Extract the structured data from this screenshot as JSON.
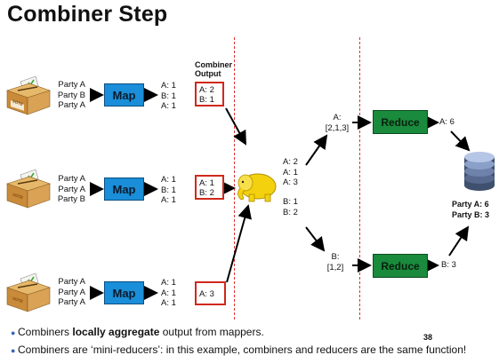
{
  "title": "Combiner Step",
  "combiner_label_line1": "Combiner",
  "combiner_label_line2": "Output",
  "rows": [
    {
      "votes": [
        "Party A",
        "Party B",
        "Party A"
      ],
      "map_label": "Map",
      "map_output": [
        "A: 1",
        "B: 1",
        "A: 1"
      ],
      "combiner_output": [
        "A: 2",
        "B: 1"
      ]
    },
    {
      "votes": [
        "Party A",
        "Party A",
        "Party B"
      ],
      "map_label": "Map",
      "map_output": [
        "A: 1",
        "B: 1",
        "A: 1"
      ],
      "combiner_output": [
        "A: 1",
        "B: 2"
      ]
    },
    {
      "votes": [
        "Party A",
        "Party A",
        "Party A"
      ],
      "map_label": "Map",
      "map_output": [
        "A: 1",
        "A: 1",
        "A: 1"
      ],
      "combiner_output": [
        "A: 3"
      ]
    }
  ],
  "shuffle_a": [
    "A: 2",
    "A: 1",
    "A: 3"
  ],
  "shuffle_b": [
    "B: 1",
    "B: 2"
  ],
  "group_a": [
    "A:",
    "[2,1,3]"
  ],
  "group_b": [
    "B:",
    "[1,2]"
  ],
  "reduce_label": "Reduce",
  "reduce_a_output": "A: 6",
  "reduce_b_output": "B: 3",
  "result": [
    "Party A: 6",
    "Party B: 3"
  ],
  "vote_label": "VOTE",
  "bullets": [
    {
      "pre": "Combiners ",
      "bold": "locally aggregate",
      "post": " output from mappers."
    },
    {
      "pre": "Combiners are ‘mini-reducers’: in this example, combiners and reducers are the same function!",
      "bold": "",
      "post": ""
    }
  ],
  "page_number": "38",
  "colors": {
    "map": "#1a8ed8",
    "reduce": "#1a8a3c",
    "combiner_border": "#d0281b",
    "divider": "#d33333",
    "hadoop": "#f4d10e",
    "database": "#4a5a78"
  },
  "icons": [
    "ballot-box-icon",
    "hadoop-elephant-icon",
    "database-icon"
  ]
}
